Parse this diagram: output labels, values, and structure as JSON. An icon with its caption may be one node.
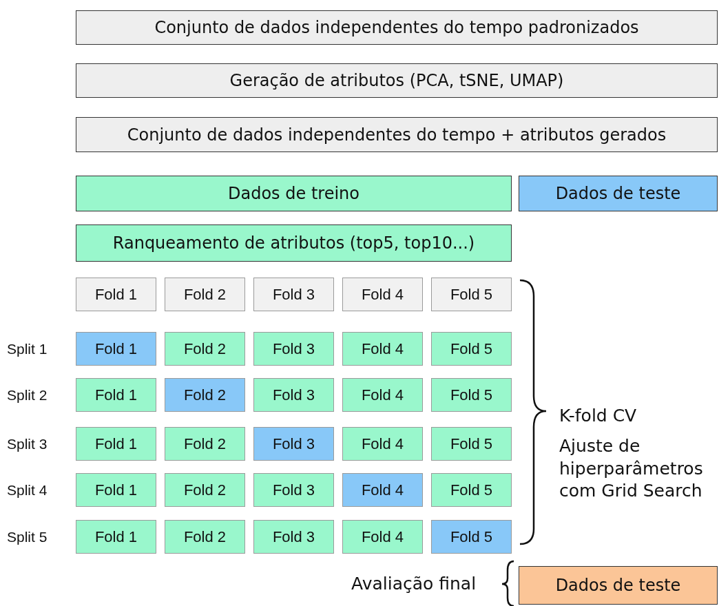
{
  "diagram": {
    "nodes": [
      {
        "text": [
          "Conjunto de dados independentes do tempo padronizados"
        ]
      },
      {
        "text": [
          "Geração de atributos (PCA, tSNE, UMAP)"
        ]
      },
      {
        "text": [
          "Conjunto de dados independentes do tempo + atributos gerados"
        ]
      },
      {
        "text": [
          "Dados de treino"
        ]
      },
      {
        "text": [
          "Dados de teste"
        ]
      },
      {
        "text": [
          "Ranqueamento de atributos (top5, top10...)"
        ]
      },
      {
        "text": [
          "Fold 1"
        ]
      },
      {
        "text": [
          "Fold 2"
        ]
      },
      {
        "text": [
          "Fold 3"
        ]
      },
      {
        "text": [
          "Fold 4"
        ]
      },
      {
        "text": [
          "Fold 5"
        ]
      },
      {
        "text": [
          "Fold 1"
        ]
      },
      {
        "text": [
          "Fold 2"
        ]
      },
      {
        "text": [
          "Fold 3"
        ]
      },
      {
        "text": [
          "Fold 4"
        ]
      },
      {
        "text": [
          "Fold 5"
        ]
      },
      {
        "text": [
          "Fold 1"
        ]
      },
      {
        "text": [
          "Fold 2"
        ]
      },
      {
        "text": [
          "Fold 3"
        ]
      },
      {
        "text": [
          "Fold 4"
        ]
      },
      {
        "text": [
          "Fold 5"
        ]
      },
      {
        "text": [
          "Fold 1"
        ]
      },
      {
        "text": [
          "Fold 2"
        ]
      },
      {
        "text": [
          "Fold 3"
        ]
      },
      {
        "text": [
          "Fold 4"
        ]
      },
      {
        "text": [
          "Fold 5"
        ]
      },
      {
        "text": [
          "Fold 1"
        ]
      },
      {
        "text": [
          "Fold 2"
        ]
      },
      {
        "text": [
          "Fold 3"
        ]
      },
      {
        "text": [
          "Fold 4"
        ]
      },
      {
        "text": [
          "Fold 5"
        ]
      },
      {
        "text": [
          "Fold 1"
        ]
      },
      {
        "text": [
          "Fold 2"
        ]
      },
      {
        "text": [
          "Fold 3"
        ]
      },
      {
        "text": [
          "Fold 4"
        ]
      },
      {
        "text": [
          "Fold 5"
        ]
      },
      {
        "text": [
          "Dados de teste"
        ]
      }
    ],
    "labels": [
      "Split 1",
      "Split 2",
      "Split 3",
      "Split 4",
      "Split 5",
      "K-fold CV",
      "Ajuste de hiperparâmetros com Grid Search",
      "Avaliação final"
    ]
  }
}
